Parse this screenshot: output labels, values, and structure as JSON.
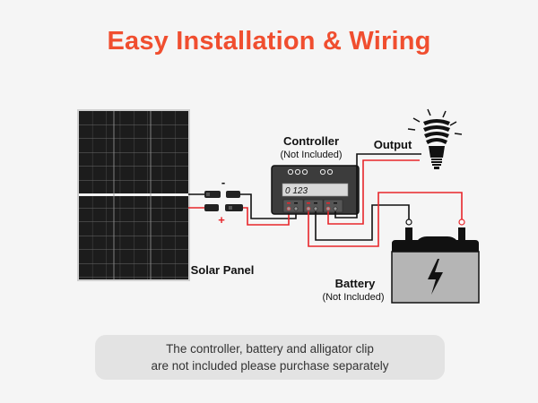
{
  "title": "Easy Installation & Wiring",
  "labels": {
    "controller": "Controller",
    "controller_note": "(Not Included)",
    "output": "Output",
    "solar_panel": "Solar Panel",
    "battery": "Battery",
    "battery_note": "(Not Included)",
    "minus": "-",
    "plus": "+",
    "display_reading": "0 123"
  },
  "note": {
    "line1": "The controller, battery and alligator clip",
    "line2": "are not included please purchase separately"
  },
  "colors": {
    "accent": "#f04e2f",
    "positive_wire": "#e8262b",
    "negative_wire": "#111111"
  },
  "icons": [
    "solar-panel-icon",
    "mc4-connector-icon",
    "charge-controller-icon",
    "light-bulb-icon",
    "battery-icon",
    "lightning-bolt-icon"
  ]
}
